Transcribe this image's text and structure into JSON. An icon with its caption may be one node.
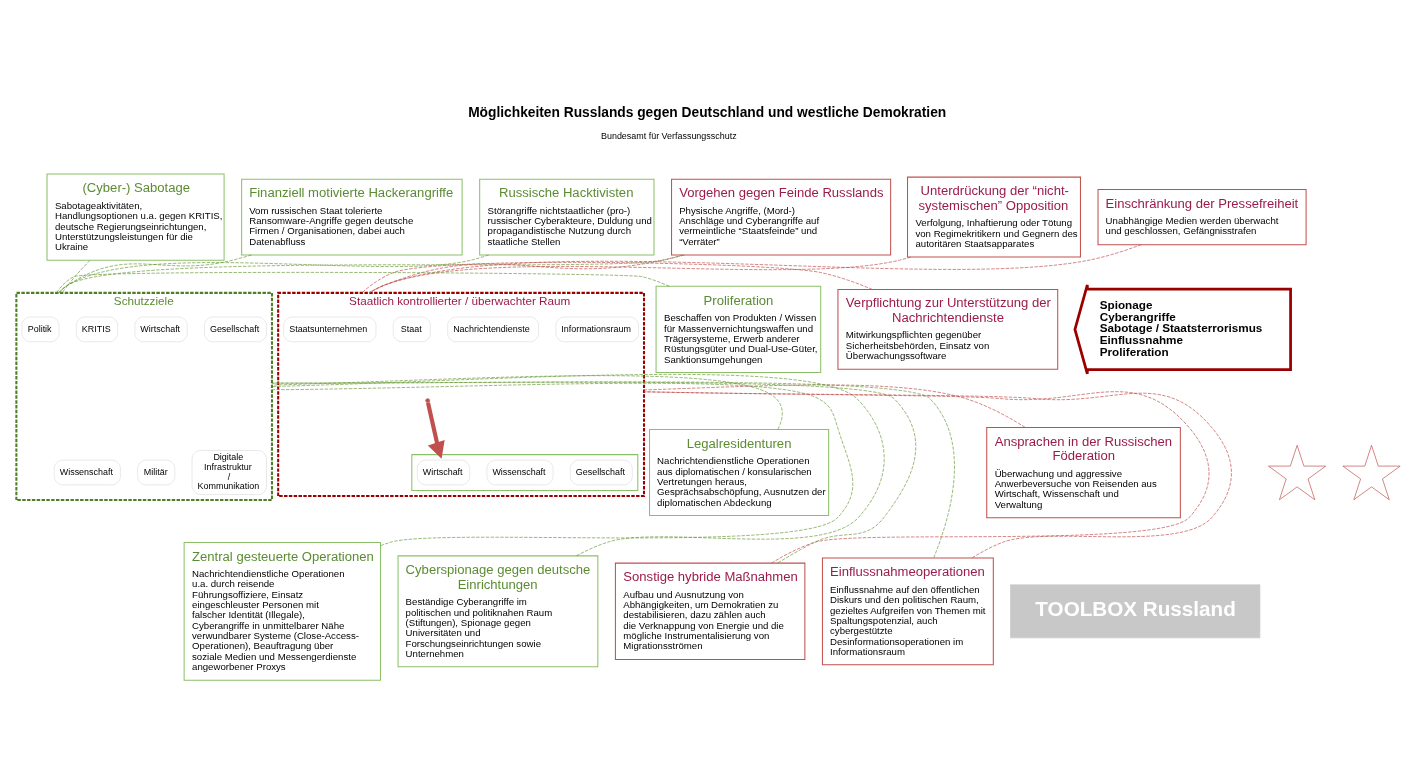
{
  "diagram": {
    "title": "Möglichkeiten Russlands gegen Deutschland und westliche Demokratien",
    "nodes": [
      {
        "text": [
          "(Cyber-) Sabotage",
          "Sabotageaktivitäten, Handlungsoptionen u.a. gegen KRITIS, deutsche Regierungseinrichtungen, Unterstützungsleistungen für die Ukraine"
        ]
      },
      {
        "text": [
          "Finanziell motivierte Hackerangriffe",
          "Vom russischen Staat tolerierte Ransomware-Angriffe gegen deutsche Firmen / Organisationen, dabei auch Datenabfluss"
        ]
      },
      {
        "text": [
          "Russische Hacktivisten",
          "Störangriffe nichtstaatlicher (pro-) russischer Cyberakteure, Duldung und propagandistische Nutzung durch staatliche Stellen"
        ]
      },
      {
        "text": [
          "Vorgehen gegen Feinde Russlands",
          "Physische Angriffe, (Mord-) Anschläge und Cyberangriffe auf vermeintliche “Staatsfeinde” und “Verräter”"
        ]
      },
      {
        "text": [
          "Unterdrückung der “nicht-systemischen” Opposition",
          "Verfolgung, Inhaftierung oder Tötung von Regimekritikern und Gegnern des autoritären Staatsapparates"
        ]
      },
      {
        "text": [
          "Einschränkung der Pressefreiheit",
          "Unabhängige Medien werden überwacht und geschlossen, Gefängnisstrafen"
        ]
      },
      {
        "text": [
          "Proliferation",
          "Beschaffen von Produkten / Wissen für Massenvernichtungswaffen und Trägersysteme, Erwerb anderer Rüstungsgüter und Dual-Use-Güter, Sanktionsumgehungen"
        ]
      },
      {
        "text": [
          "Schutzziele"
        ]
      },
      {
        "text": [
          "Politik"
        ],
        "in": 7
      },
      {
        "text": [
          "KRITIS"
        ],
        "in": 7
      },
      {
        "text": [
          "Wirtschaft"
        ],
        "in": 7
      },
      {
        "text": [
          "Gesellschaft"
        ],
        "in": 7
      },
      {
        "text": [
          "Wissenschaft"
        ],
        "in": 7
      },
      {
        "text": [
          "Militär"
        ],
        "in": 7
      },
      {
        "text": [
          "Digitale Infrastruktur / Kommunikation"
        ],
        "in": 7
      },
      {
        "text": [
          "Spionage",
          "Cyberangriffe",
          "Sabotage / Staatsterrorismus",
          "Einflussnahme",
          "Proliferation"
        ]
      },
      {
        "text": [
          "Staatlich kontrollierter / überwachter Raum"
        ]
      },
      {
        "text": [
          "Staatsunternehmen"
        ],
        "in": 16
      },
      {
        "text": [
          "Staat"
        ],
        "in": 16
      },
      {
        "text": [
          "Nachrichtendienste"
        ],
        "in": 16
      },
      {
        "text": [
          "Informationsraum"
        ],
        "in": 16
      },
      {
        "text": [],
        "shape": "box",
        "in": 16
      },
      {
        "text": [
          "Wirtschaft"
        ],
        "in": 21
      },
      {
        "text": [
          "Wissenschaft"
        ],
        "in": 21
      },
      {
        "text": [
          "Gesellschaft"
        ],
        "in": 21
      },
      {
        "text": [],
        "shape": "star"
      },
      {
        "text": [],
        "shape": "star"
      },
      {
        "text": [
          "Verpflichtung zur Unterstützung der Nachrichtendienste",
          "Mitwirkungspflichten gegenüber Sicherheitsbehörden, Einsatz von Überwachungssoftware"
        ]
      },
      {
        "text": [
          "Legalresidenturen",
          "Nachrichtendienstliche Operationen aus diplomatischen / konsularischen Vertretungen heraus, Gesprächsabschöpfung, Ausnutzen der diplomatischen Abdeckung"
        ]
      },
      {
        "text": [
          "Ansprachen in der Russischen Föderation",
          "Überwachung und aggressive Anwerbeversuche von Reisenden aus Wirtschaft, Wissenschaft und Verwaltung"
        ]
      },
      {
        "text": [
          "Zentral gesteuerte Operationen",
          "Nachrichtendienstliche Operationen u.a. durch reisende Führungsoffiziere, Einsatz eingeschleuster Personen mit falscher Identität (Illegale), Cyberangriffe in unmittelbarer Nähe verwundbarer Systeme (Close-Access-Operationen), Beauftragung über soziale Medien und Messengerdienste angeworbener Proxys"
        ]
      },
      {
        "text": [
          "Cyberspionage gegen deutsche Einrichtungen",
          "Beständige Cyberangriffe im politischen und politiknahen Raum (Stiftungen), Spionage gegen Universitäten und Forschungseinrichtungen sowie Unternehmen"
        ]
      },
      {
        "text": [
          "Sonstige hybride Maßnahmen",
          "Aufbau und Ausnutzung von Abhängigkeiten, um Demokratien zu destabilisieren, dazu zählen auch die Verknappung von Energie und die mögliche Instrumentalisierung von Migrationsströmen"
        ]
      },
      {
        "text": [
          "Einflussnahmeoperationen",
          "Einflussnahme auf den öffentlichen Diskurs und den politischen Raum, gezieltes Aufgreifen von Themen mit Spaltungspotenzial, auch cybergestützte Desinformationsoperationen im Informationsraum"
        ]
      },
      {
        "text": [
          "TOOLBOX Russland"
        ]
      }
    ],
    "edges": [
      {
        "from": 0,
        "to": 7,
        "arrow": "none",
        "style": "dashed"
      },
      {
        "from": 1,
        "to": 7,
        "arrow": "none",
        "style": "dashed"
      },
      {
        "from": 2,
        "to": 7,
        "arrow": "none",
        "style": "dashed"
      },
      {
        "from": 3,
        "to": 7,
        "arrow": "none",
        "style": "dashed"
      },
      {
        "from": 3,
        "to": 16,
        "arrow": "none",
        "style": "dashed",
        "color": "#c0504d"
      },
      {
        "from": 4,
        "to": 16,
        "arrow": "none",
        "style": "dashed",
        "color": "#c0504d"
      },
      {
        "from": 5,
        "to": 16,
        "arrow": "none",
        "style": "dashed",
        "color": "#c0504d"
      },
      {
        "from": 6,
        "to": 7,
        "arrow": "none",
        "style": "dashed"
      },
      {
        "from": 27,
        "to": 16,
        "arrow": "none",
        "style": "dashed",
        "color": "#c0504d"
      },
      {
        "from": 28,
        "to": 7,
        "arrow": "none",
        "style": "dashed"
      },
      {
        "from": 29,
        "to": 16,
        "arrow": "none",
        "style": "dashed",
        "color": "#c0504d"
      },
      {
        "from": 30,
        "to": 7,
        "arrow": "none",
        "style": "dashed"
      },
      {
        "from": 31,
        "to": 7,
        "arrow": "none",
        "style": "dashed"
      },
      {
        "from": 32,
        "to": 7,
        "arrow": "none",
        "style": "dashed"
      },
      {
        "from": 32,
        "to": 16,
        "arrow": "none",
        "style": "dashed",
        "color": "#c0504d"
      },
      {
        "from": 33,
        "to": 7,
        "arrow": "none",
        "style": "dashed"
      },
      {
        "from": 33,
        "to": 16,
        "arrow": "none",
        "style": "dashed",
        "color": "#c0504d"
      },
      {
        "from": null,
        "to": 21,
        "arrow": "to",
        "style": "thick",
        "color": "#c0504d"
      }
    ],
    "labels": [
      "Bundesamt für Verfassungsschutz"
    ]
  }
}
